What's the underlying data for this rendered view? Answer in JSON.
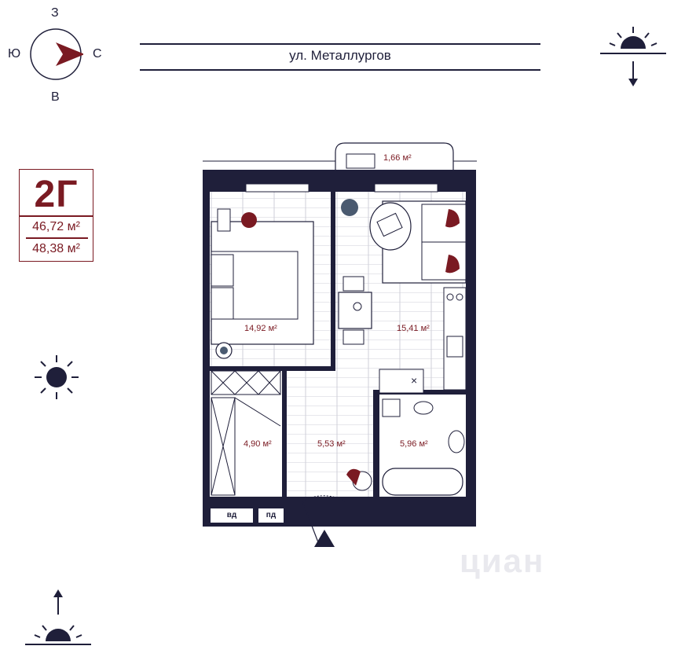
{
  "compass": {
    "north": "С",
    "south": "Ю",
    "west": "З",
    "east": "В"
  },
  "street": "ул. Металлургов",
  "apartment": {
    "code": "2Г",
    "area_total": "46,72 м²",
    "area_with_balcony": "48,38 м²"
  },
  "rooms": {
    "balcony": "1,66 м²",
    "bedroom": "14,92 м²",
    "living": "15,41 м²",
    "storage": "4,90 м²",
    "hall": "5,53 м²",
    "bathroom": "5,96 м²"
  },
  "utilities": {
    "vd": "вд",
    "pd": "пд",
    "x_mark": "×"
  },
  "watermark": "циан",
  "colors": {
    "accent": "#7a1a22",
    "wall": "#1f1f3a",
    "floor_lines": "#c9c9d2"
  },
  "icons": [
    "compass-icon",
    "sun-icon",
    "sunset-icon",
    "sunrise-icon",
    "entrance-arrow-icon"
  ]
}
